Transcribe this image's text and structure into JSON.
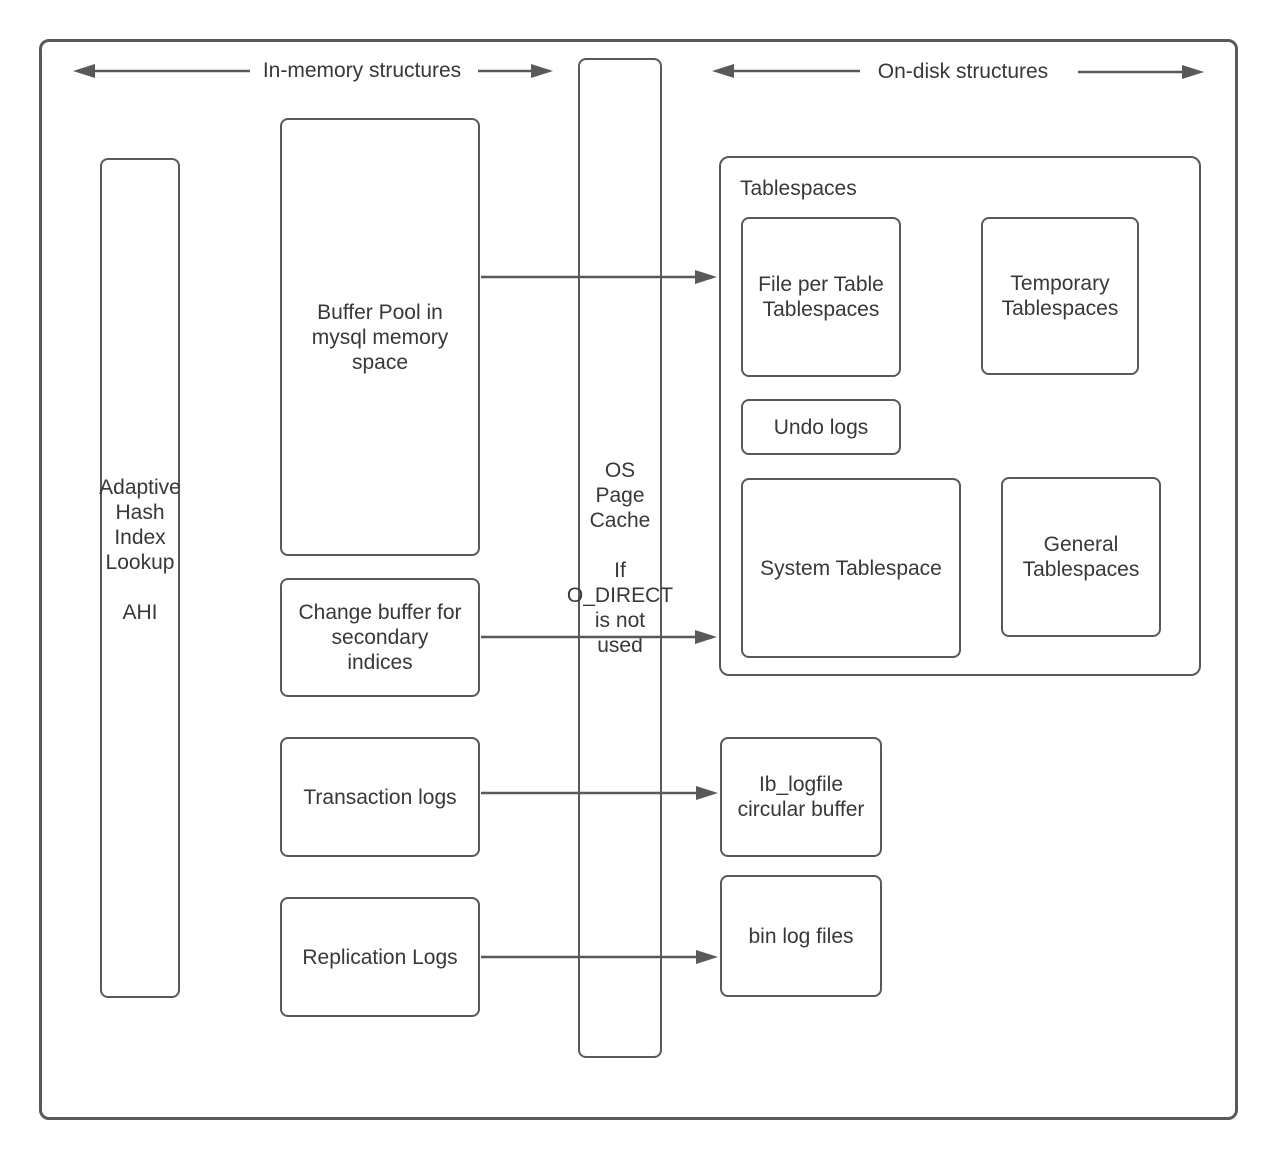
{
  "colors": {
    "stroke": "#595959",
    "text": "#383838",
    "background": "#ffffff"
  },
  "header": {
    "in_memory": "In-memory structures",
    "on_disk": "On-disk structures"
  },
  "in_memory": {
    "ahi": "Adaptive\nHash\nIndex\nLookup\n\nAHI",
    "buffer_pool": "Buffer Pool in\nmysql memory\nspace",
    "change_buffer": "Change buffer for\nsecondary\nindices",
    "transaction_logs": "Transaction logs",
    "replication_logs": "Replication Logs"
  },
  "os_page_cache": "OS\nPage\nCache\n\nIf\nO_DIRECT\nis not\nused",
  "on_disk": {
    "tablespaces_title": "Tablespaces",
    "file_per_table": "File per Table\nTablespaces",
    "temporary": "Temporary\nTablespaces",
    "undo_logs": "Undo logs",
    "system_tablespace": "System Tablespace",
    "general": "General\nTablespaces",
    "ib_logfile": "Ib_logfile\ncircular buffer",
    "bin_log_files": "bin log files"
  }
}
